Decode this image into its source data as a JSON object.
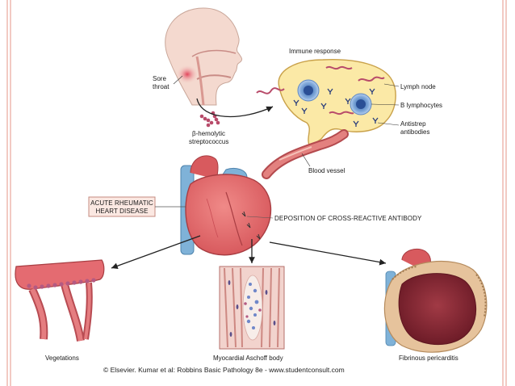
{
  "slide": {
    "border_color": "#e9a79b",
    "credit": "© Elsevier. Kumar et al: Robbins Basic Pathology 8e - www.studentconsult.com"
  },
  "labels": {
    "sore_throat_1": "Sore",
    "sore_throat_2": "throat",
    "strep_1": "β-hemolytic",
    "strep_2": "streptococcus",
    "immune_response": "Immune response",
    "lymph_node": "Lymph node",
    "b_lymphocytes": "B lymphocytes",
    "antistrep_1": "Antistrep",
    "antistrep_2": "antibodies",
    "blood_vessel": "Blood vessel",
    "acute_1": "ACUTE RHEUMATIC",
    "acute_2": "HEART DISEASE",
    "deposition": "DEPOSITION OF CROSS-REACTIVE ANTIBODY",
    "vegetations": "Vegetations",
    "aschoff": "Myocardial Aschoff body",
    "pericarditis": "Fibrinous pericarditis"
  },
  "colors": {
    "skin": "#f4d9cf",
    "lymph_node": "#fbe9a6",
    "heart": "#e56b6f",
    "vessel": "#7fb2d8"
  }
}
